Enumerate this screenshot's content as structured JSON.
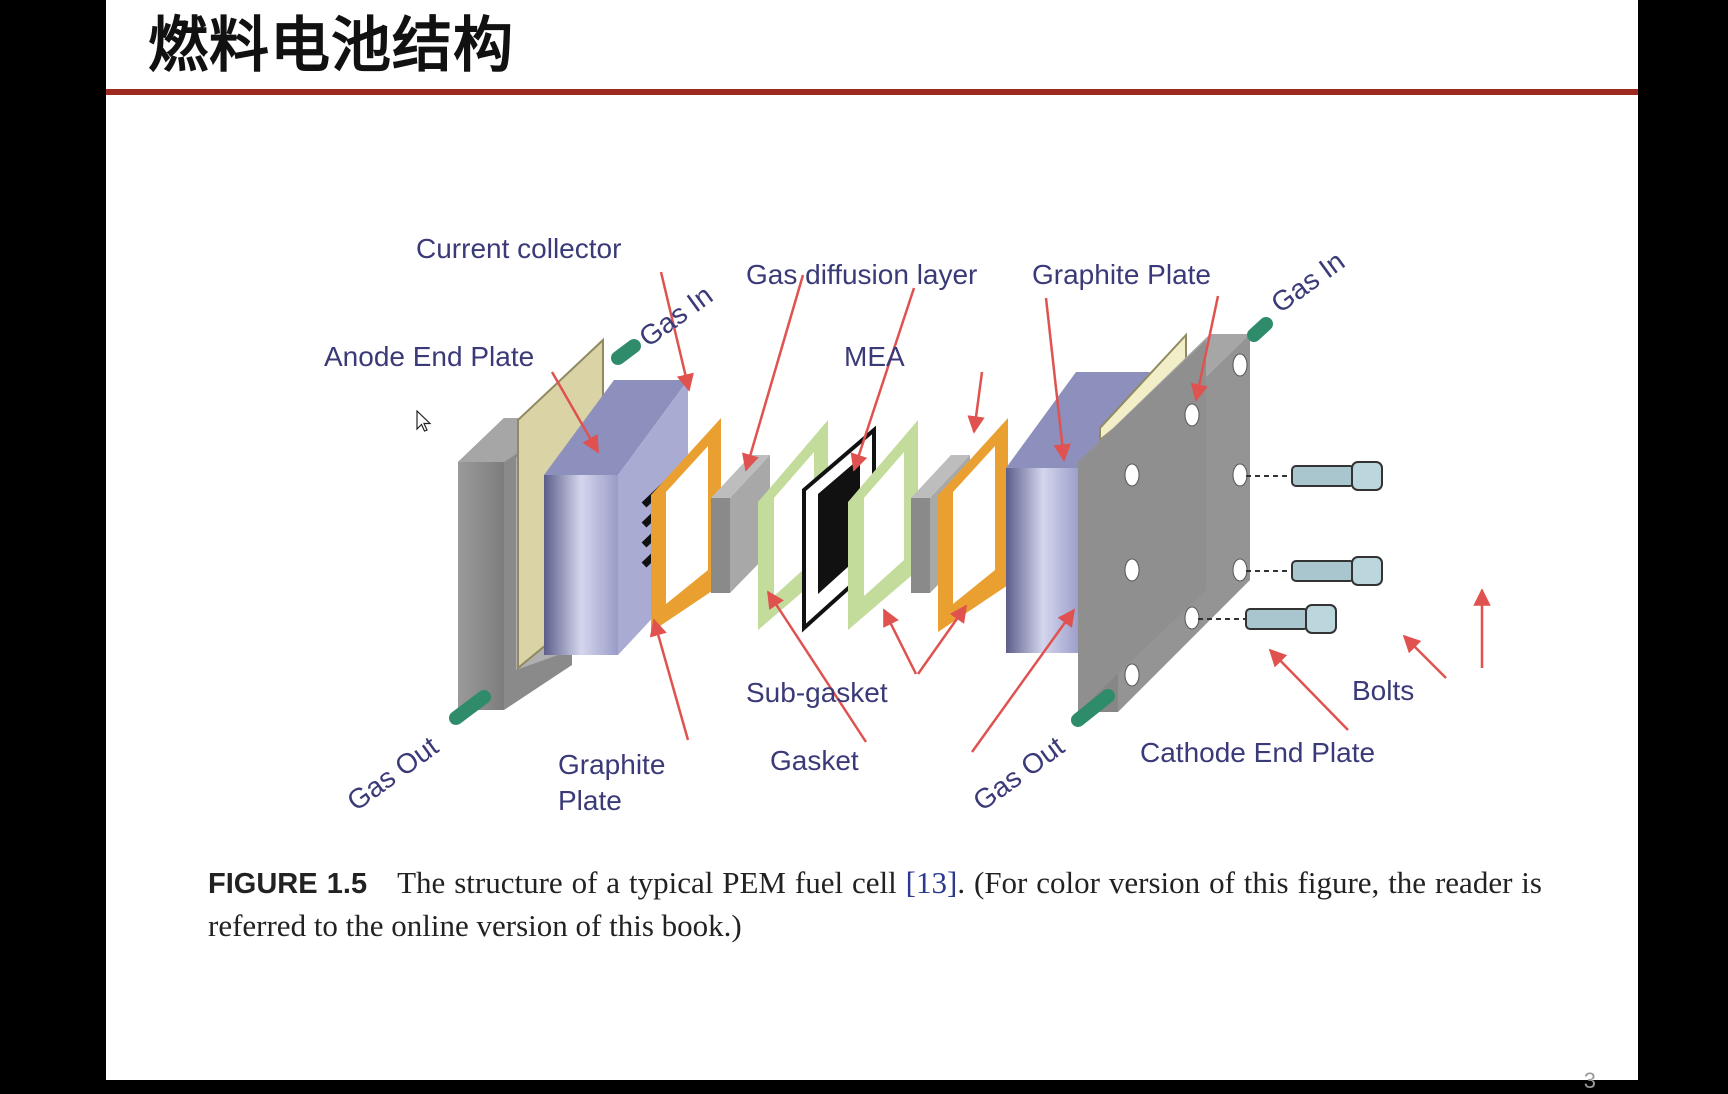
{
  "slide": {
    "title": "燃料电池结构",
    "page_number": "3"
  },
  "diagram": {
    "labels": {
      "current_collector": "Current collector",
      "anode_end_plate": "Anode End Plate",
      "gas_in_left": "Gas In",
      "gas_diffusion_layer": "Gas diffusion layer",
      "mea": "MEA",
      "graphite_plate_top": "Graphite Plate",
      "gas_in_right": "Gas In",
      "gas_out_left": "Gas Out",
      "graphite_plate_bottom_line1": "Graphite",
      "graphite_plate_bottom_line2": "Plate",
      "sub_gasket": "Sub-gasket",
      "gasket": "Gasket",
      "gas_out_right": "Gas Out",
      "cathode_end_plate": "Cathode End Plate",
      "bolts": "Bolts"
    },
    "colors": {
      "label_text": "#3b3a78",
      "arrow": "#e0524f",
      "end_plate": "#8e8e8e",
      "graphite_plate": "#a9abd3",
      "gasket": "#e9a030",
      "sub_gasket": "#c3dc9b",
      "current_collector": "#d9d3a6",
      "gas_port": "#2f8c6a"
    }
  },
  "caption": {
    "figure_label": "FIGURE 1.5",
    "text_before_ref": "The structure of a typical PEM fuel cell ",
    "ref": "[13]",
    "text_after_ref": ". (For color version of this figure, the reader is referred to the online version of this book.)"
  }
}
